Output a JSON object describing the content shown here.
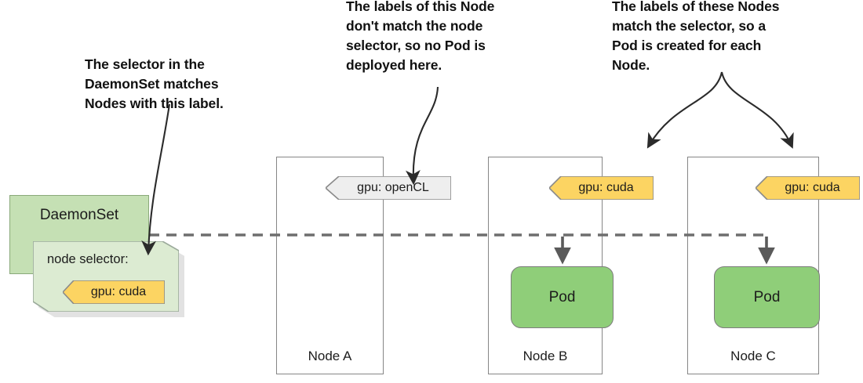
{
  "annotations": {
    "selector_note": "The selector in the\nDaemonSet matches\nNodes with this label.",
    "no_match_note": "The labels of this Node\ndon't match the node\nselector, so no Pod is\ndeployed here.",
    "match_note": "The labels of these Nodes\nmatch the selector, so a\nPod is created for each\nNode."
  },
  "daemonset": {
    "title": "DaemonSet",
    "selector_title": "node selector:",
    "selector_tag": "gpu: cuda"
  },
  "nodes": [
    {
      "name": "Node A",
      "label_tag": "gpu: openCL",
      "tag_color": "grey",
      "has_pod": false,
      "pod_label": ""
    },
    {
      "name": "Node B",
      "label_tag": "gpu: cuda",
      "tag_color": "yellow",
      "has_pod": true,
      "pod_label": "Pod"
    },
    {
      "name": "Node C",
      "label_tag": "gpu: cuda",
      "tag_color": "yellow",
      "has_pod": true,
      "pod_label": "Pod"
    }
  ],
  "colors": {
    "daemonset_green": "#c5e0b4",
    "selector_green": "#dcebd2",
    "pod_green": "#8fce79",
    "tag_yellow": "#fcd462",
    "tag_grey": "#eeeeee",
    "node_border": "#868686",
    "arrow_dark": "#4d4d4d",
    "line_black": "#2b2b2b"
  }
}
